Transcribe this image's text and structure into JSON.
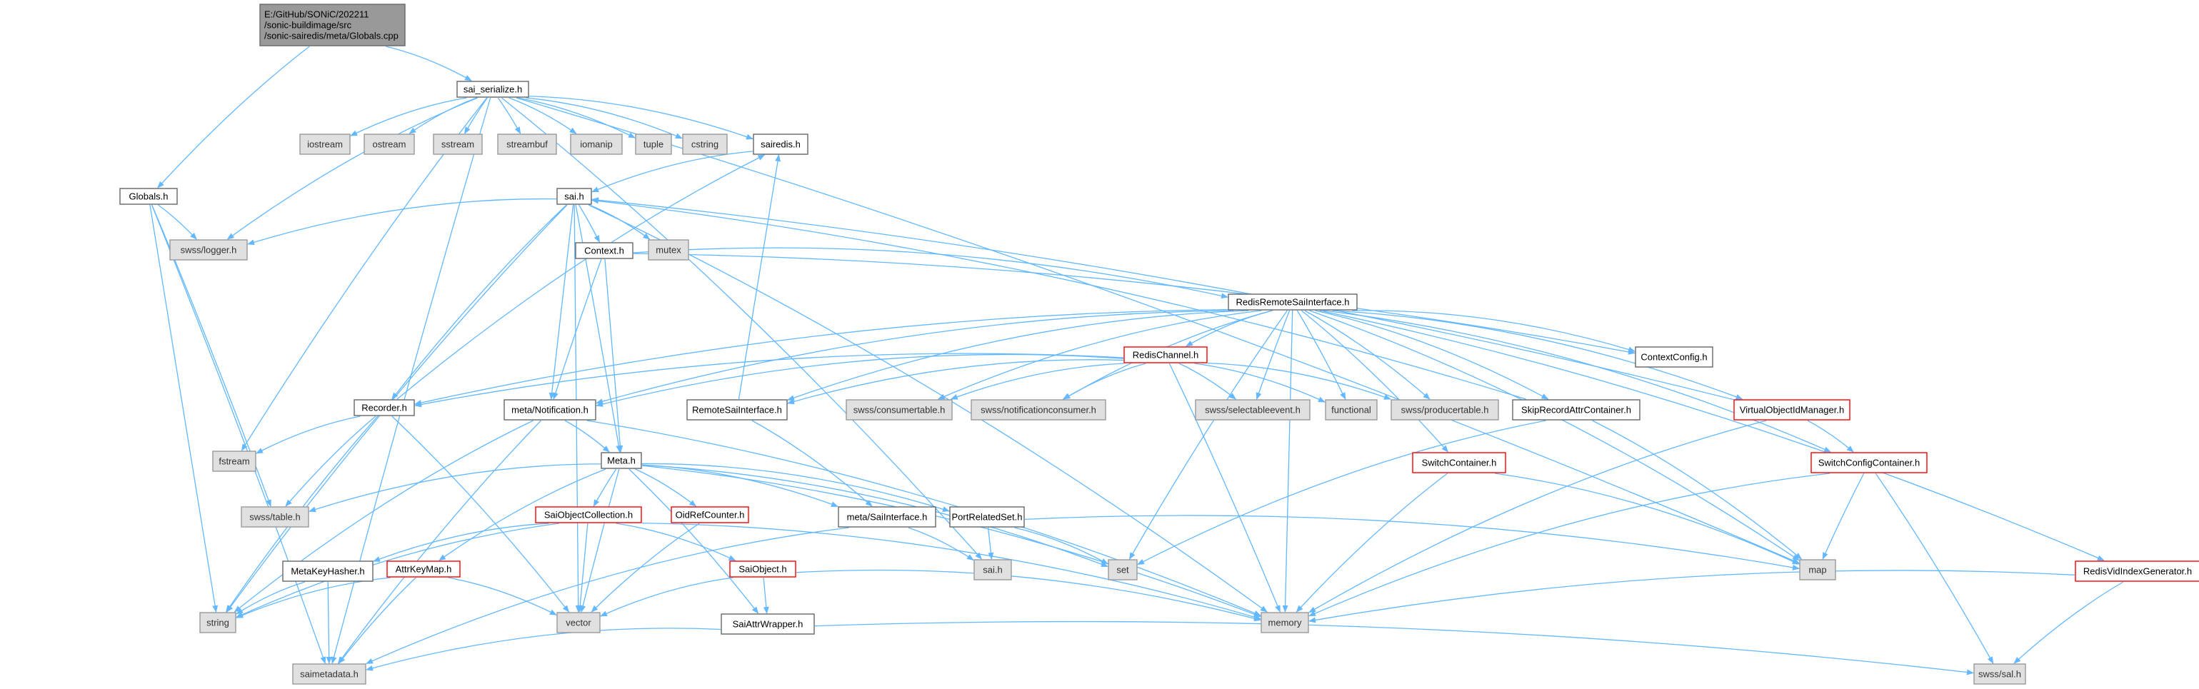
{
  "nodes": [
    {
      "id": "root",
      "lines": [
        "E:/GitHub/SONiC/202211",
        "/sonic-buildimage/src",
        "/sonic-sairedis/meta/Globals.cpp"
      ],
      "kind": "root"
    },
    {
      "id": "sai_serialize",
      "lines": [
        "sai_serialize.h"
      ],
      "kind": "plain"
    },
    {
      "id": "globals",
      "lines": [
        "Globals.h"
      ],
      "kind": "plain"
    },
    {
      "id": "iostream",
      "lines": [
        "iostream"
      ],
      "kind": "ext"
    },
    {
      "id": "ostream",
      "lines": [
        "ostream"
      ],
      "kind": "ext"
    },
    {
      "id": "sstream",
      "lines": [
        "sstream"
      ],
      "kind": "ext"
    },
    {
      "id": "streambuf",
      "lines": [
        "streambuf"
      ],
      "kind": "ext"
    },
    {
      "id": "iomanip",
      "lines": [
        "iomanip"
      ],
      "kind": "ext"
    },
    {
      "id": "tuple",
      "lines": [
        "tuple"
      ],
      "kind": "ext"
    },
    {
      "id": "cstring",
      "lines": [
        "cstring"
      ],
      "kind": "ext"
    },
    {
      "id": "sairedis",
      "lines": [
        "sairedis.h"
      ],
      "kind": "plain"
    },
    {
      "id": "sai_h",
      "lines": [
        "sai.h"
      ],
      "kind": "plain"
    },
    {
      "id": "logger",
      "lines": [
        "swss/logger.h"
      ],
      "kind": "ext"
    },
    {
      "id": "mutex",
      "lines": [
        "mutex"
      ],
      "kind": "ext"
    },
    {
      "id": "context",
      "lines": [
        "Context.h"
      ],
      "kind": "plain"
    },
    {
      "id": "redisremote",
      "lines": [
        "RedisRemoteSaiInterface.h"
      ],
      "kind": "plain"
    },
    {
      "id": "contextconfig",
      "lines": [
        "ContextConfig.h"
      ],
      "kind": "plain"
    },
    {
      "id": "redischannel",
      "lines": [
        "RedisChannel.h"
      ],
      "kind": "red"
    },
    {
      "id": "recorder",
      "lines": [
        "Recorder.h"
      ],
      "kind": "plain"
    },
    {
      "id": "notification",
      "lines": [
        "meta/Notification.h"
      ],
      "kind": "plain"
    },
    {
      "id": "remotesai",
      "lines": [
        "RemoteSaiInterface.h"
      ],
      "kind": "plain"
    },
    {
      "id": "consumertable",
      "lines": [
        "swss/consumertable.h"
      ],
      "kind": "ext"
    },
    {
      "id": "notifconsumer",
      "lines": [
        "swss/notificationconsumer.h"
      ],
      "kind": "ext"
    },
    {
      "id": "selectableevent",
      "lines": [
        "swss/selectableevent.h"
      ],
      "kind": "ext"
    },
    {
      "id": "functional",
      "lines": [
        "functional"
      ],
      "kind": "ext"
    },
    {
      "id": "producertable",
      "lines": [
        "swss/producertable.h"
      ],
      "kind": "ext"
    },
    {
      "id": "skiprecord",
      "lines": [
        "SkipRecordAttrContainer.h"
      ],
      "kind": "plain"
    },
    {
      "id": "virtualobj",
      "lines": [
        "VirtualObjectIdManager.h"
      ],
      "kind": "red"
    },
    {
      "id": "tstream",
      "lines": [
        "fstream"
      ],
      "kind": "ext"
    },
    {
      "id": "meta",
      "lines": [
        "Meta.h"
      ],
      "kind": "plain"
    },
    {
      "id": "switchcontainer",
      "lines": [
        "SwitchContainer.h"
      ],
      "kind": "red"
    },
    {
      "id": "switchconfig",
      "lines": [
        "SwitchConfigContainer.h"
      ],
      "kind": "red"
    },
    {
      "id": "swsstable",
      "lines": [
        "swss/table.h"
      ],
      "kind": "ext"
    },
    {
      "id": "saiobjcoll",
      "lines": [
        "SaiObjectCollection.h"
      ],
      "kind": "red"
    },
    {
      "id": "oidref",
      "lines": [
        "OidRefCounter.h"
      ],
      "kind": "red"
    },
    {
      "id": "metasai",
      "lines": [
        "meta/SaiInterface.h"
      ],
      "kind": "plain"
    },
    {
      "id": "portrelated",
      "lines": [
        "PortRelatedSet.h"
      ],
      "kind": "plain"
    },
    {
      "id": "sai_ext",
      "lines": [
        "sai.h"
      ],
      "kind": "ext"
    },
    {
      "id": "set",
      "lines": [
        "set"
      ],
      "kind": "ext"
    },
    {
      "id": "map",
      "lines": [
        "map"
      ],
      "kind": "ext"
    },
    {
      "id": "metakeyhasher",
      "lines": [
        "MetaKeyHasher.h"
      ],
      "kind": "plain"
    },
    {
      "id": "attrkeymap",
      "lines": [
        "AttrKeyMap.h"
      ],
      "kind": "red"
    },
    {
      "id": "saiobject",
      "lines": [
        "SaiObject.h"
      ],
      "kind": "red"
    },
    {
      "id": "redisvid",
      "lines": [
        "RedisVidIndexGenerator.h"
      ],
      "kind": "red"
    },
    {
      "id": "string",
      "lines": [
        "string"
      ],
      "kind": "ext"
    },
    {
      "id": "vector",
      "lines": [
        "vector"
      ],
      "kind": "ext"
    },
    {
      "id": "memory",
      "lines": [
        "memory"
      ],
      "kind": "ext"
    },
    {
      "id": "saiattrwrapper",
      "lines": [
        "SaiAttrWrapper.h"
      ],
      "kind": "plain"
    },
    {
      "id": "saimetadata",
      "lines": [
        "saimetadata.h"
      ],
      "kind": "ext"
    },
    {
      "id": "swsssai",
      "lines": [
        "swss/sal.h"
      ],
      "kind": "ext"
    }
  ],
  "colors": {
    "edge": "#63b8ff",
    "red_border": "#ff0000",
    "root_fill": "#999999",
    "ext_fill": "#e0e0e0"
  }
}
